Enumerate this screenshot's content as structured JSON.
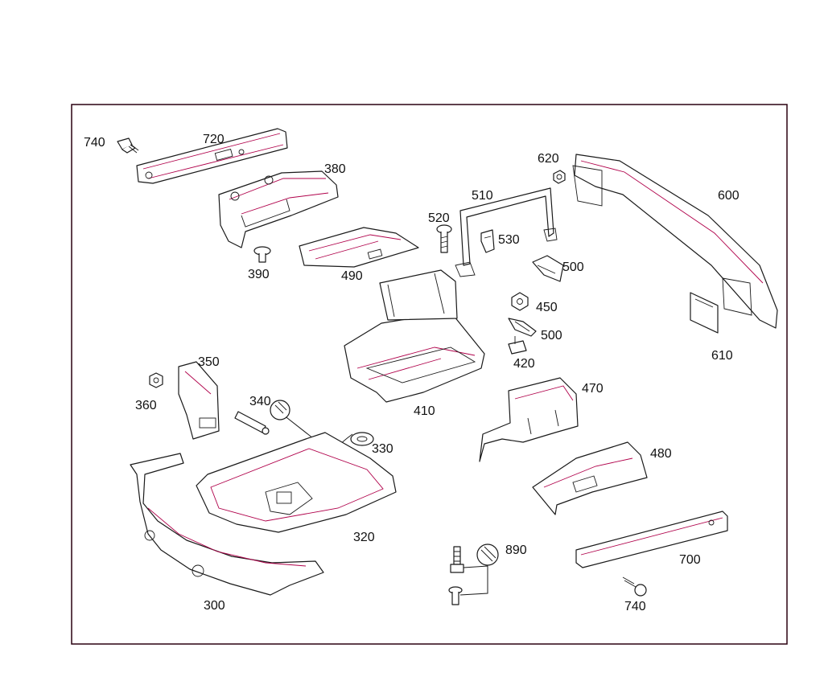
{
  "colors": {
    "frame": "#2a0010",
    "outline": "#1a1a1a",
    "accent": "#b0004a",
    "background": "#ffffff"
  },
  "callouts": {
    "c740a": "740",
    "c720": "720",
    "c380": "380",
    "c390": "390",
    "c490": "490",
    "c510": "510",
    "c520": "520",
    "c530": "530",
    "c620": "620",
    "c600": "600",
    "c500a": "500",
    "c450": "450",
    "c500b": "500",
    "c420": "420",
    "c610": "610",
    "c410": "410",
    "c350": "350",
    "c360": "360",
    "c340": "340",
    "c330": "330",
    "c320": "320",
    "c300": "300",
    "c470": "470",
    "c480": "480",
    "c890": "890",
    "c700": "700",
    "c740b": "740"
  },
  "icons": {
    "wrench": "wrench-icon"
  }
}
